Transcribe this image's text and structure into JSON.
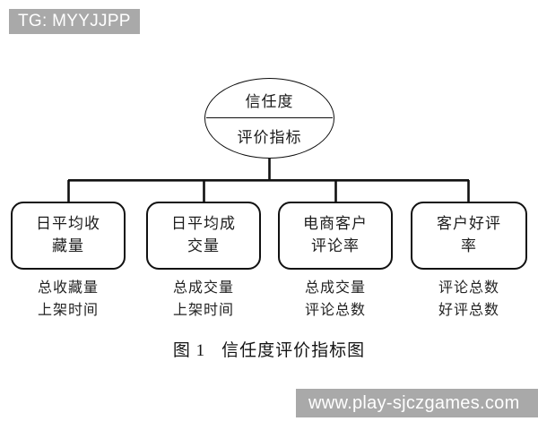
{
  "watermarks": {
    "top_left": "TG: MYYJJPP",
    "bottom_right": "www.play-sjczgames.com",
    "color": "#a9a9a9",
    "text_color": "#ffffff"
  },
  "diagram": {
    "type": "tree",
    "line_color": "#111111",
    "root": {
      "shape": "ellipse",
      "line_1": "信任度",
      "line_2": "评价指标"
    },
    "leaves": [
      {
        "shape": "rounded-rect",
        "line_1": "日平均收",
        "line_2": "藏量",
        "caption_numerator": "总收藏量",
        "caption_denominator": "上架时间"
      },
      {
        "shape": "rounded-rect",
        "line_1": "日平均成",
        "line_2": "交量",
        "caption_numerator": "总成交量",
        "caption_denominator": "上架时间"
      },
      {
        "shape": "rounded-rect",
        "line_1": "电商客户",
        "line_2": "评论率",
        "caption_numerator": "总成交量",
        "caption_denominator": "评论总数"
      },
      {
        "shape": "rounded-rect",
        "line_1": "客户好评",
        "line_2": "率",
        "caption_numerator": "评论总数",
        "caption_denominator": "好评总数"
      }
    ]
  },
  "figure_caption": {
    "label": "图 1",
    "title": "信任度评价指标图"
  }
}
